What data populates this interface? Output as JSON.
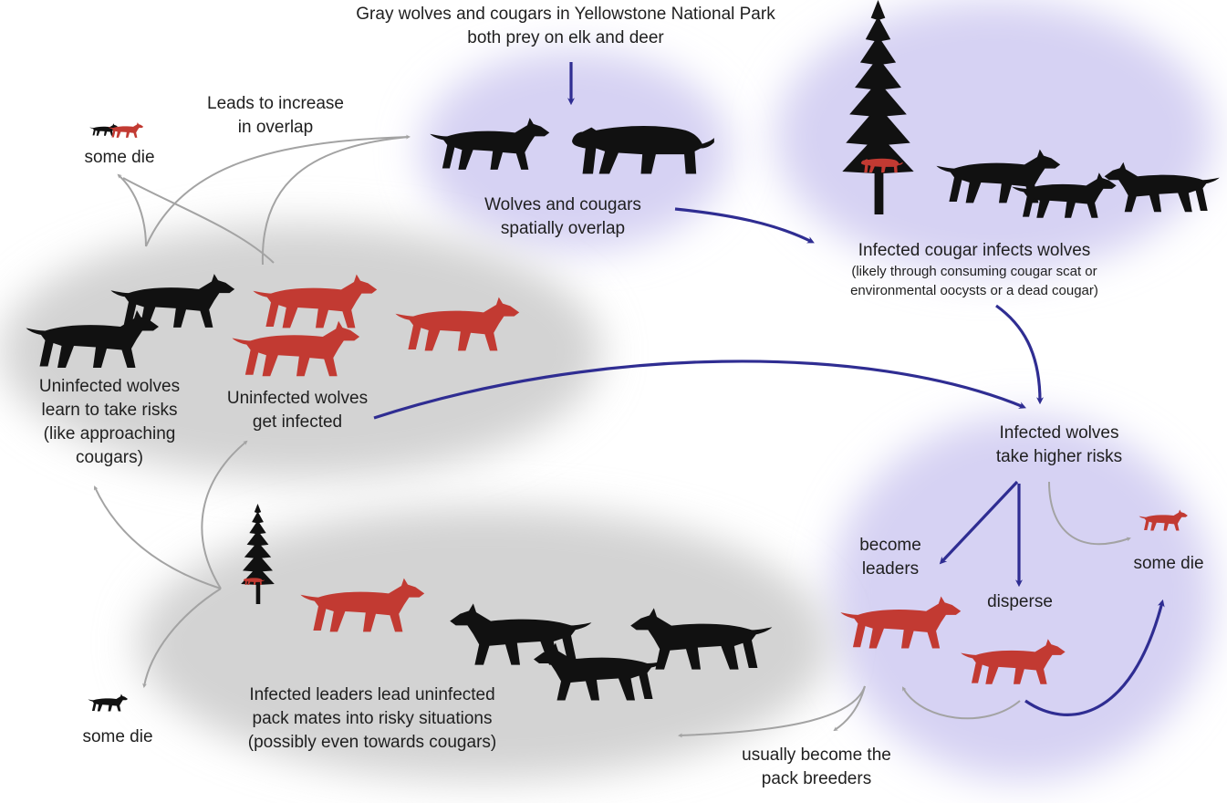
{
  "colors": {
    "infected": "#c23a32",
    "uninfected": "#111111",
    "blob_purple": "#d6d2f3",
    "blob_gray": "#d3d3d3",
    "arrow_main": "#2f2d92",
    "arrow_minor": "#a3a3a3"
  },
  "labels": {
    "top_title": [
      "Gray wolves and cougars in Yellowstone National Park",
      "both prey on elk and deer"
    ],
    "overlap": [
      "Wolves and cougars",
      "spatially overlap"
    ],
    "leads_to": [
      "Leads to increase",
      "in overlap"
    ],
    "infect_main": "Infected cougar infects wolves",
    "infect_sub": [
      "(likely through consuming cougar scat or",
      "environmental oocysts or a dead cougar)"
    ],
    "higher_risks": [
      "Infected wolves",
      "take higher risks"
    ],
    "become_leaders": [
      "become",
      "leaders"
    ],
    "disperse": "disperse",
    "some_die": "some die",
    "pack_breeders": [
      "usually become the",
      "pack breeders"
    ],
    "uninfected_learn": [
      "Uninfected wolves",
      "learn to take risks",
      "(like approaching",
      "cougars)"
    ],
    "uninfected_infected": [
      "Uninfected wolves",
      "get infected"
    ],
    "leaders_lead": [
      "Infected leaders lead uninfected",
      "pack mates into risky situations",
      "(possibly even towards cougars)"
    ]
  }
}
